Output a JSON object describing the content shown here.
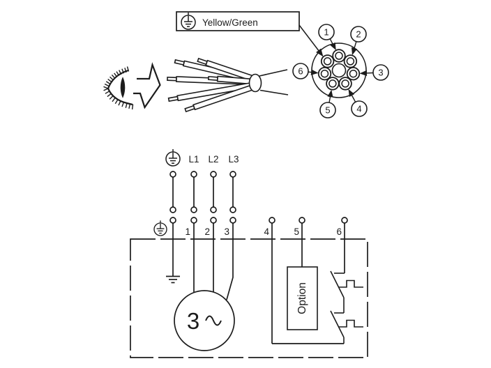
{
  "figure": {
    "background": "#ffffff",
    "line_color": "#1c1c1c",
    "callout": {
      "label": "Yellow/Green",
      "icon": "protective-earth-icon"
    },
    "plug_pins": [
      "1",
      "2",
      "3",
      "4",
      "5",
      "6"
    ],
    "phase_labels": [
      "L1",
      "L2",
      "L3"
    ],
    "terminal_labels": [
      "1",
      "2",
      "3",
      "4",
      "5",
      "6"
    ],
    "motor_label": "3",
    "option_label": "Option",
    "icons": {
      "eye": "view-direction-eye-icon",
      "arrow": "direction-arrow-icon",
      "earth": "protective-earth-icon",
      "ground": "earth-ground-icon",
      "sine": "sine-wave-icon"
    }
  }
}
